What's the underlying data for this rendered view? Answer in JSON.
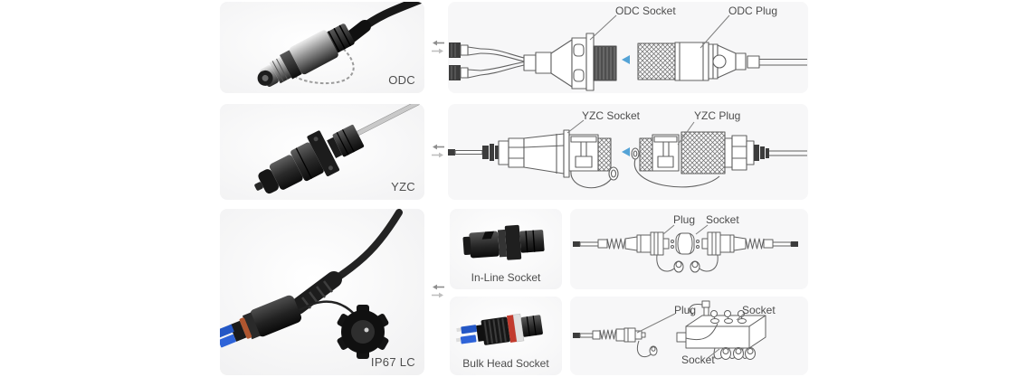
{
  "colors": {
    "page_bg": "#ffffff",
    "card_bg": "#f7f7f8",
    "label_text": "#4d4d4d",
    "diagram_stroke": "#606060",
    "mating_arrow_blue": "#54a3d6",
    "swap_icon_gray": "#9b9b9b"
  },
  "icons": {
    "swap": "swap-arrows-icon",
    "mating_direction": "left-triangle-arrow"
  },
  "products": {
    "odc": {
      "photo_label": "ODC",
      "diagram": {
        "socket_label": "ODC Socket",
        "plug_label": "ODC Plug"
      }
    },
    "yzc": {
      "photo_label": "YZC",
      "diagram": {
        "socket_label": "YZC Socket",
        "plug_label": "YZC Plug"
      }
    },
    "ip67_lc": {
      "photo_label": "IP67 LC",
      "inline_socket_photo_label": "In-Line Socket",
      "bulkhead_socket_photo_label": "Bulk Head Socket",
      "inline_diagram": {
        "plug_label": "Plug",
        "socket_label": "Socket"
      },
      "panel_diagram": {
        "plug_label": "Plug",
        "socket_top_label": "Socket",
        "socket_bottom_label": "Socket"
      }
    }
  }
}
